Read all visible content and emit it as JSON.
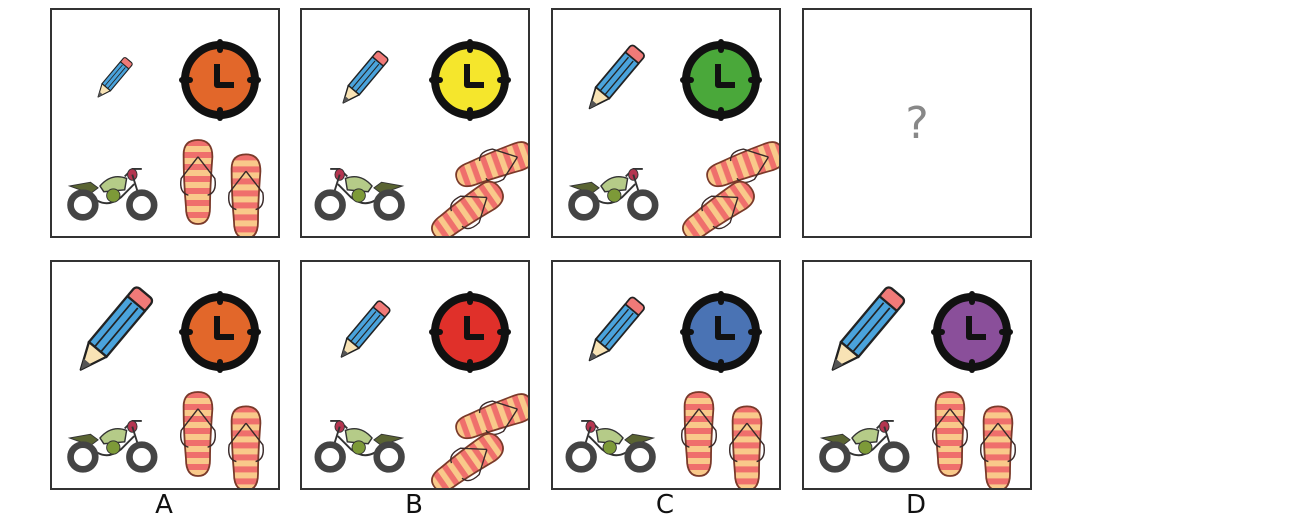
{
  "puzzle": {
    "question_mark": "?",
    "sequence": [
      {
        "clock_color": "#e2672a"
      },
      {
        "clock_color": "#f5e62c"
      },
      {
        "clock_color": "#4aa83a"
      }
    ],
    "options": [
      {
        "label": "A",
        "clock_color": "#e2672a"
      },
      {
        "label": "B",
        "clock_color": "#e0302a"
      },
      {
        "label": "C",
        "clock_color": "#4a73b4"
      },
      {
        "label": "D",
        "clock_color": "#8a4f9a"
      }
    ]
  }
}
